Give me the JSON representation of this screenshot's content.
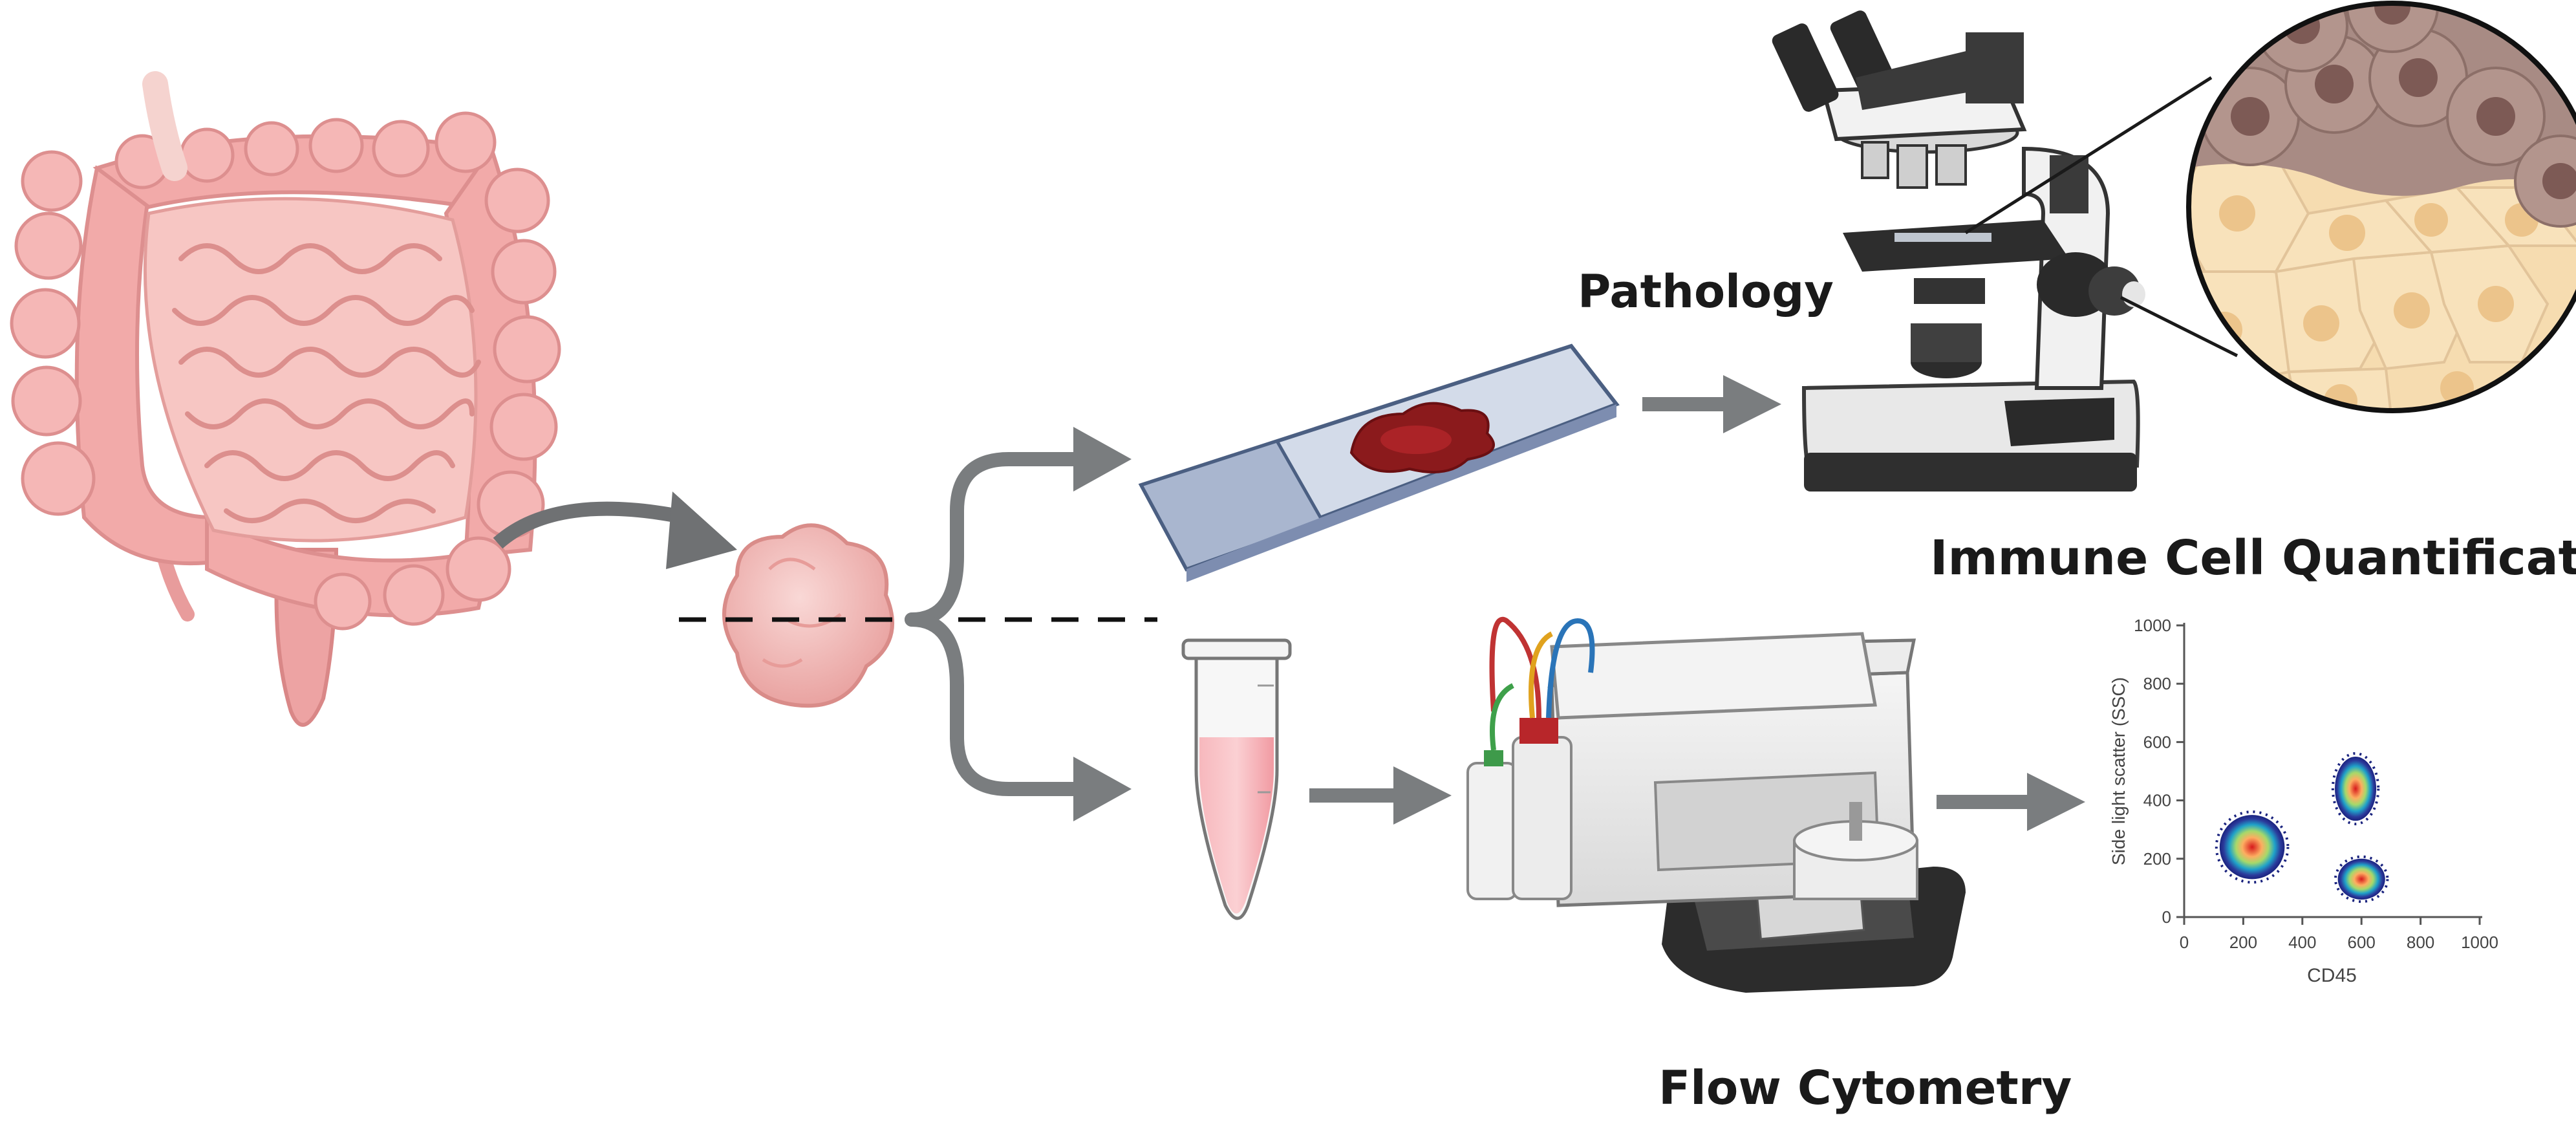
{
  "labels": {
    "pathology": "Pathology",
    "immune_cell_quantification": "Immune Cell Quantification",
    "flow_cytometry": "Flow Cytometry"
  },
  "colors": {
    "arrow": "#7a7d7f",
    "intestine": "#f0a4a4",
    "tumor": "#f4c1bf",
    "tissue": "#8b1a1c",
    "tube_fluid": "#f4a6ac",
    "cells_normal": "#f6dcb0",
    "cells_immune": "#a88b84"
  },
  "chart_data": {
    "type": "scatter",
    "xlabel": "CD45",
    "ylabel": "Side light scatter (SSC)",
    "xlim": [
      0,
      1000
    ],
    "ylim": [
      0,
      1000
    ],
    "xticks": [
      "0",
      "200",
      "400",
      "600",
      "800",
      "1000"
    ],
    "yticks": [
      "0",
      "200",
      "400",
      "600",
      "800",
      "1000"
    ],
    "clusters": [
      {
        "center": [
          230,
          240
        ],
        "spread": [
          110,
          110
        ]
      },
      {
        "center": [
          580,
          440
        ],
        "spread": [
          70,
          110
        ]
      },
      {
        "center": [
          600,
          130
        ],
        "spread": [
          80,
          70
        ]
      }
    ]
  }
}
